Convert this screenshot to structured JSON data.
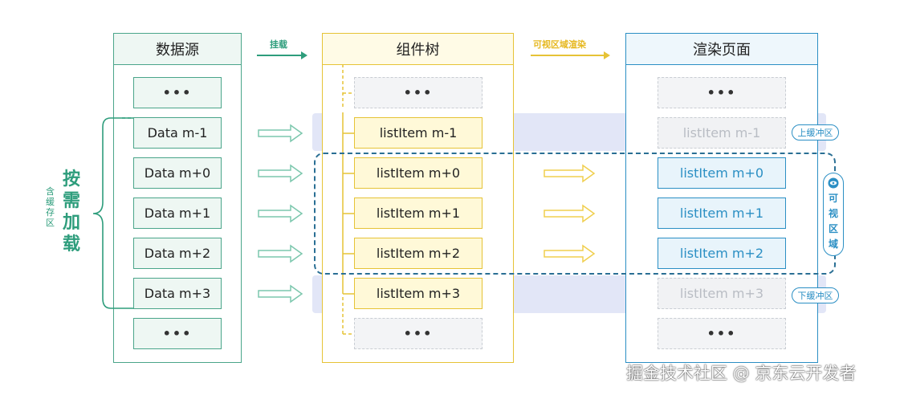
{
  "columns": {
    "data_source": {
      "title": "数据源"
    },
    "component_tree": {
      "title": "组件树"
    },
    "render_page": {
      "title": "渲染页面"
    }
  },
  "arrows": {
    "mount_label": "挂载",
    "visible_render_label": "可视区域渲染"
  },
  "data_items": [
    "•••",
    "Data m-1",
    "Data m+0",
    "Data m+1",
    "Data m+2",
    "Data m+3",
    "•••"
  ],
  "tree_items": [
    "•••",
    "listItem m-1",
    "listItem m+0",
    "listItem m+1",
    "listItem m+2",
    "listItem m+3",
    "•••"
  ],
  "render_items": [
    "•••",
    "listItem m-1",
    "listItem m+0",
    "listItem m+1",
    "listItem m+2",
    "listItem m+3",
    "•••"
  ],
  "left_label": {
    "small": [
      "含",
      "缓",
      "存",
      "区"
    ],
    "big": [
      "按",
      "需",
      "加",
      "载"
    ]
  },
  "tags": {
    "upper_buffer": "上缓冲区",
    "lower_buffer": "下缓冲区",
    "visible_area": [
      "可",
      "视",
      "区",
      "域"
    ]
  },
  "watermark": "掘金技术社区 @ 京东云开发者",
  "colors": {
    "green": "#2e9d7c",
    "yellow": "#e6c336",
    "blue": "#2b8fc4",
    "band": "#c9cdf0",
    "dashed_visible": "#2a6f94"
  }
}
